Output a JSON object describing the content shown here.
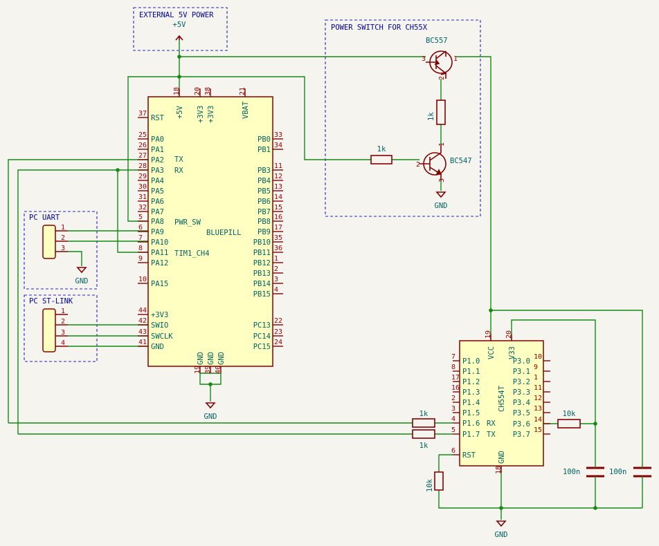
{
  "notes": {
    "ext_power": "EXTERNAL 5V POWER",
    "power_switch": "POWER SWITCH FOR CH55X",
    "pc_uart": "PC UART",
    "pc_stlink": "PC ST-LINK"
  },
  "power": {
    "p5v": "+5V",
    "gnd": "GND"
  },
  "bluepill": {
    "name": "BLUEPILL",
    "top_pins": [
      {
        "num": "18",
        "name": "+5V"
      },
      {
        "num": "20",
        "name": "+3V3"
      },
      {
        "num": "38",
        "name": "+3V3"
      },
      {
        "num": "21",
        "name": "VBAT"
      }
    ],
    "left_pins": [
      {
        "num": "37",
        "name": "RST"
      },
      {
        "num": "25",
        "name": "PA0"
      },
      {
        "num": "26",
        "name": "PA1"
      },
      {
        "num": "27",
        "name": "PA2"
      },
      {
        "num": "28",
        "name": "PA3"
      },
      {
        "num": "29",
        "name": "PA4"
      },
      {
        "num": "30",
        "name": "PA5"
      },
      {
        "num": "31",
        "name": "PA6"
      },
      {
        "num": "32",
        "name": "PA7"
      },
      {
        "num": "5",
        "name": "PA8"
      },
      {
        "num": "6",
        "name": "PA9"
      },
      {
        "num": "7",
        "name": "PA10"
      },
      {
        "num": "8",
        "name": "PA11"
      },
      {
        "num": "9",
        "name": "PA12"
      },
      {
        "num": "10",
        "name": "PA15"
      },
      {
        "num": "44",
        "name": "+3V3"
      },
      {
        "num": "42",
        "name": "SWIO"
      },
      {
        "num": "43",
        "name": "SWCLK"
      },
      {
        "num": "41",
        "name": "GND"
      }
    ],
    "right_pins": [
      {
        "num": "33",
        "name": "PB0"
      },
      {
        "num": "34",
        "name": "PB1"
      },
      {
        "num": "11",
        "name": "PB3"
      },
      {
        "num": "12",
        "name": "PB4"
      },
      {
        "num": "13",
        "name": "PB5"
      },
      {
        "num": "14",
        "name": "PB6"
      },
      {
        "num": "15",
        "name": "PB7"
      },
      {
        "num": "16",
        "name": "PB8"
      },
      {
        "num": "17",
        "name": "PB9"
      },
      {
        "num": "35",
        "name": "PB10"
      },
      {
        "num": "36",
        "name": "PB11"
      },
      {
        "num": "1",
        "name": "PB12"
      },
      {
        "num": "2",
        "name": "PB13"
      },
      {
        "num": "3",
        "name": "PB14"
      },
      {
        "num": "4",
        "name": "PB15"
      },
      {
        "num": "22",
        "name": "PC13"
      },
      {
        "num": "23",
        "name": "PC14"
      },
      {
        "num": "24",
        "name": "PC15"
      }
    ],
    "bottom_pins": [
      {
        "num": "19",
        "name": "GND"
      },
      {
        "num": "39",
        "name": "GND"
      },
      {
        "num": "40",
        "name": "GND"
      }
    ],
    "net_labels": {
      "tx": "TX",
      "rx": "RX",
      "pwr_sw": "PWR_SW",
      "tim": "TIM1_CH4"
    }
  },
  "ch554": {
    "name": "CH554T",
    "top_pins": [
      {
        "num": "19",
        "name": "VCC"
      },
      {
        "num": "20",
        "name": "V33"
      }
    ],
    "left_pins": [
      {
        "num": "7",
        "name": "P1.0"
      },
      {
        "num": "8",
        "name": "P1.1"
      },
      {
        "num": "17",
        "name": "P1.2"
      },
      {
        "num": "16",
        "name": "P1.3"
      },
      {
        "num": "2",
        "name": "P1.4"
      },
      {
        "num": "3",
        "name": "P1.5"
      },
      {
        "num": "4",
        "name": "P1.6"
      },
      {
        "num": "5",
        "name": "P1.7"
      },
      {
        "num": "6",
        "name": "RST"
      }
    ],
    "right_pins": [
      {
        "num": "10",
        "name": "P3.0"
      },
      {
        "num": "9",
        "name": "P3.1"
      },
      {
        "num": "1",
        "name": "P3.2"
      },
      {
        "num": "11",
        "name": "P3.3"
      },
      {
        "num": "12",
        "name": "P3.4"
      },
      {
        "num": "13",
        "name": "P3.5"
      },
      {
        "num": "14",
        "name": "P3.6"
      },
      {
        "num": "15",
        "name": "P3.7"
      }
    ],
    "bottom_pin": {
      "num": "18",
      "name": "GND"
    },
    "inner_labels": {
      "rx": "RX",
      "tx": "TX"
    }
  },
  "transistors": {
    "q1": {
      "name": "BC557",
      "pins": [
        "3",
        "1",
        "2"
      ]
    },
    "q2": {
      "name": "BC547",
      "pins": [
        "1",
        "2",
        "3"
      ]
    }
  },
  "components": {
    "r_q1": "1k",
    "r_base": "1k",
    "r_tx": "1k",
    "r_rx": "1k",
    "r_rst": "10k",
    "r_36": "10k",
    "c1": "100n",
    "c2": "100n"
  },
  "connectors": {
    "uart_pins": [
      "1",
      "2",
      "3"
    ],
    "stlink_pins": [
      "1",
      "2",
      "3",
      "4"
    ]
  }
}
